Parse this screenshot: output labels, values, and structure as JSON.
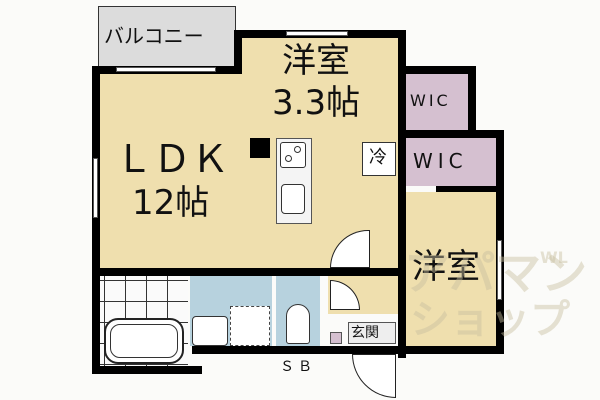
{
  "floor_plan": {
    "rooms": {
      "balcony": {
        "label": "バルコニー"
      },
      "western_room_1": {
        "label": "洋室",
        "size": "3.3帖"
      },
      "wic_1": {
        "label": "WIC"
      },
      "wic_2": {
        "label": "WIC"
      },
      "ldk": {
        "label": "ＬＤＫ",
        "size": "12帖"
      },
      "refrigerator": {
        "label": "冷"
      },
      "western_room_2": {
        "label": "洋室"
      },
      "entrance": {
        "label": "玄関"
      },
      "shoe_box": {
        "label": "ＳＢ"
      }
    },
    "watermark": {
      "line1": "アパマン",
      "line2": "ショップ",
      "small": "WL"
    },
    "colors": {
      "room_fill": "#efdfae",
      "wic_fill": "#d5c0d0",
      "balcony_fill": "#dcdcdc",
      "wet_area_fill": "#b7d2de",
      "wall": "#000000"
    }
  }
}
